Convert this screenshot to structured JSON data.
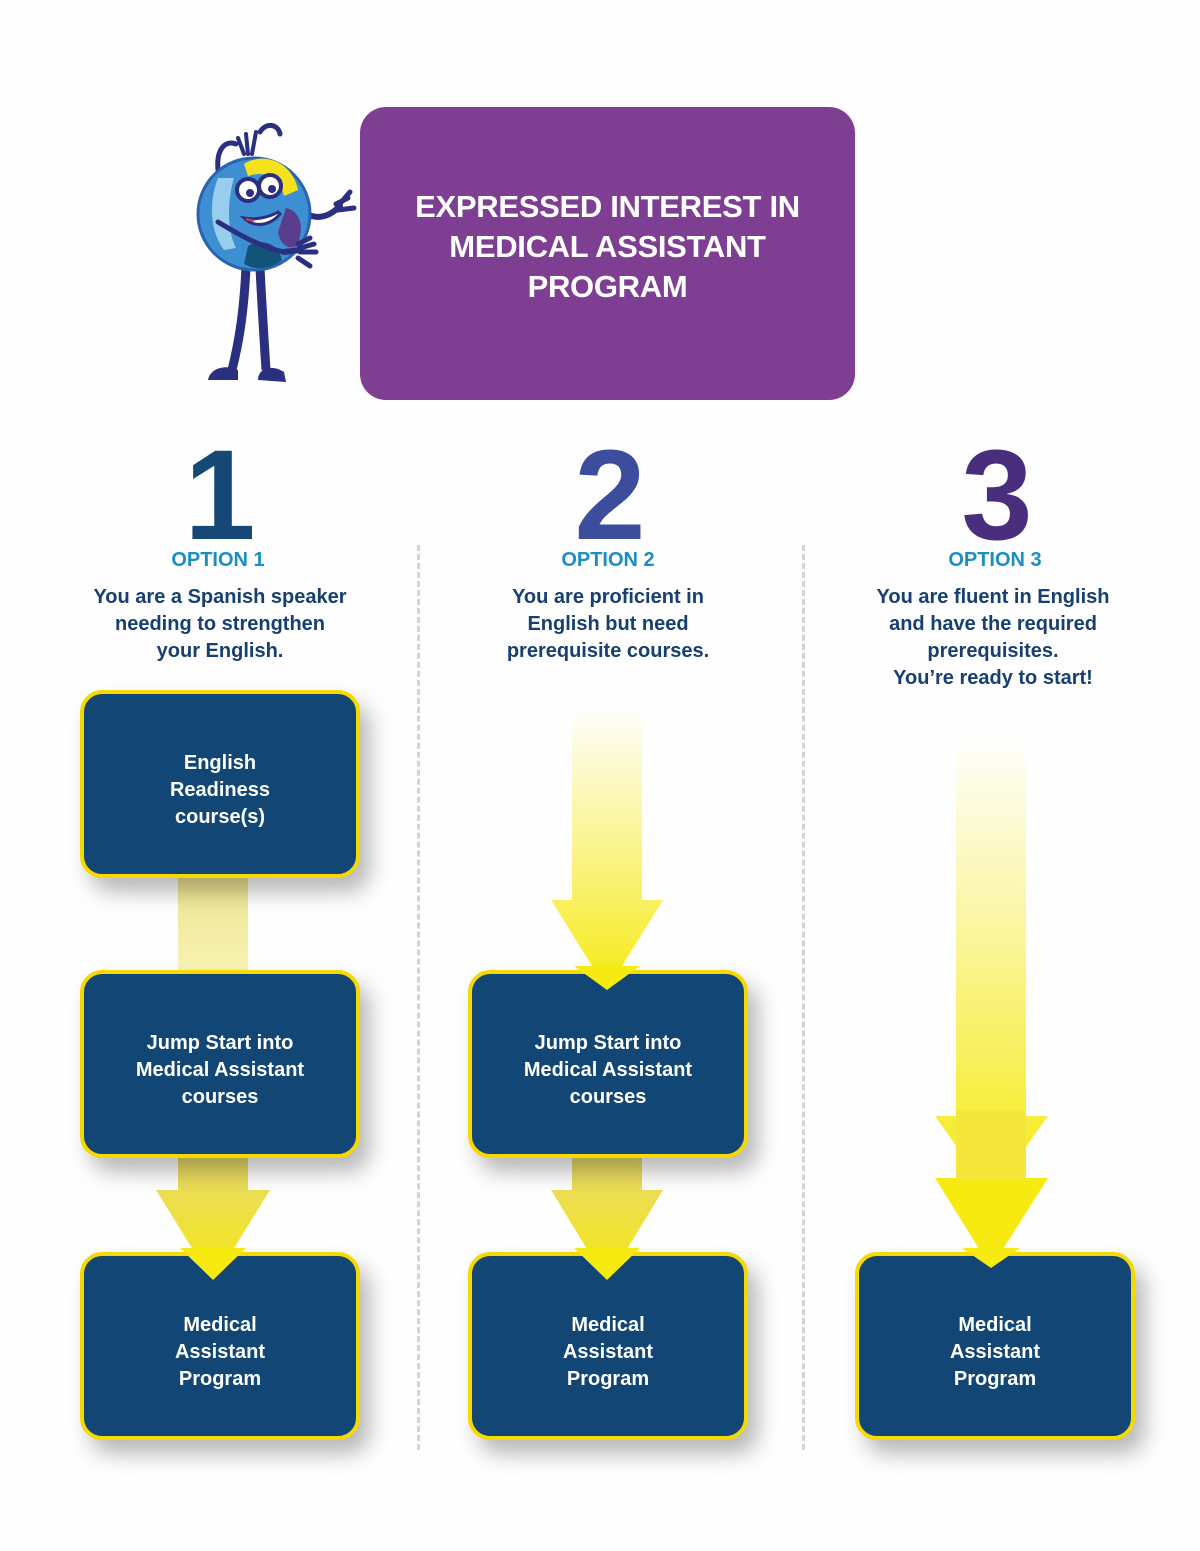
{
  "header": {
    "title": "EXPRESSED INTEREST IN\nMEDICAL ASSISTANT\nPROGRAM",
    "mascot_icon": "globe-mascot-icon",
    "background_color": "#7e3f93"
  },
  "options": [
    {
      "number": "1",
      "number_color": "#164877",
      "label": "OPTION 1",
      "description": "You are a Spanish speaker\nneeding to strengthen\nyour English.",
      "steps": [
        "English\nReadiness\ncourse(s)",
        "Jump Start into\nMedical Assistant\ncourses",
        "Medical\nAssistant\nProgram"
      ]
    },
    {
      "number": "2",
      "number_color": "#3c4d9e",
      "label": "OPTION 2",
      "description": "You are proficient in\nEnglish but need\nprerequisite courses.",
      "steps": [
        "Jump Start into\nMedical Assistant\ncourses",
        "Medical\nAssistant\nProgram"
      ]
    },
    {
      "number": "3",
      "number_color": "#4a2d7d",
      "label": "OPTION 3",
      "description": "You are fluent in English\nand have the required\nprerequisites.\nYou’re ready to start!",
      "steps": [
        "Medical\nAssistant\nProgram"
      ]
    }
  ],
  "colors": {
    "option_label": "#1a8fc3",
    "description_text": "#173f72",
    "step_box_fill": "#124674",
    "step_box_border": "#f6d900",
    "arrow": "#f5ea1c"
  }
}
